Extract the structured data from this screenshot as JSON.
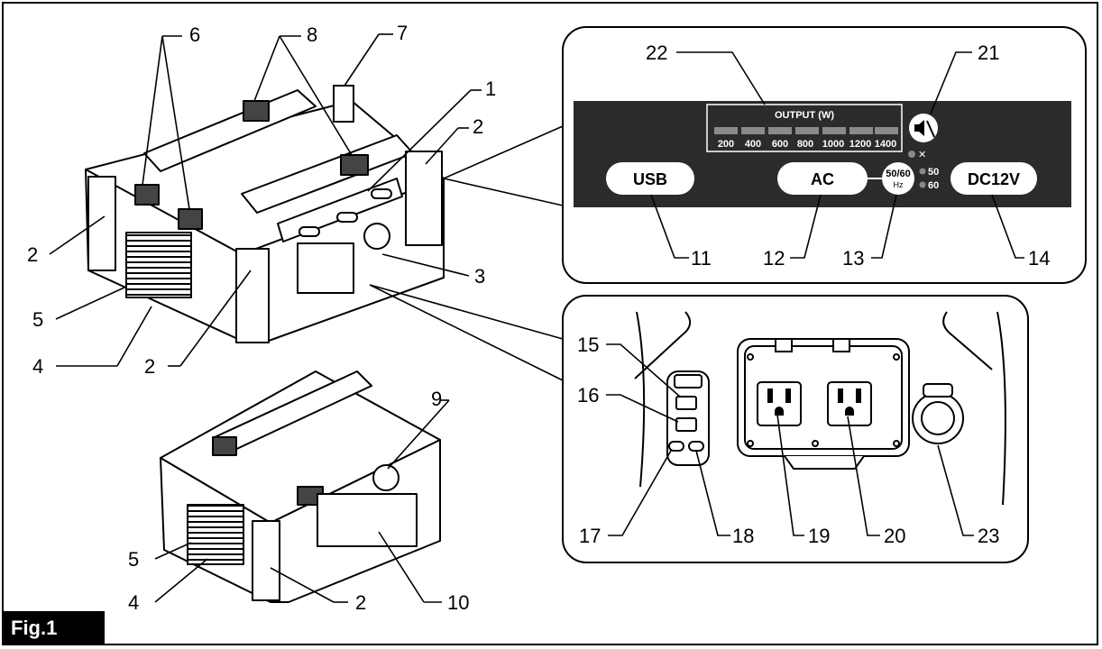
{
  "figure_label": "Fig.1",
  "callouts": [
    "1",
    "2",
    "2",
    "2",
    "2",
    "3",
    "4",
    "4",
    "5",
    "5",
    "6",
    "7",
    "8",
    "9",
    "10",
    "11",
    "12",
    "13",
    "14",
    "15",
    "16",
    "17",
    "18",
    "19",
    "20",
    "21",
    "22",
    "23"
  ],
  "panel": {
    "output_title": "OUTPUT (W)",
    "output_levels": [
      "200",
      "400",
      "600",
      "800",
      "1000",
      "1200",
      "1400"
    ],
    "usb_button": "USB",
    "ac_button": "AC",
    "hz_switch_top": "50/60",
    "hz_switch_bottom": "Hz",
    "hz_option_50": "50",
    "hz_option_60": "60",
    "dc_button": "DC12V",
    "mute_indicator": "speaker-mute-icon"
  },
  "colors": {
    "panel_bg": "#2b2b2b",
    "level_bar": "#8a8a8a",
    "button_bg": "#ffffff",
    "fig_label_bg": "#000000"
  }
}
